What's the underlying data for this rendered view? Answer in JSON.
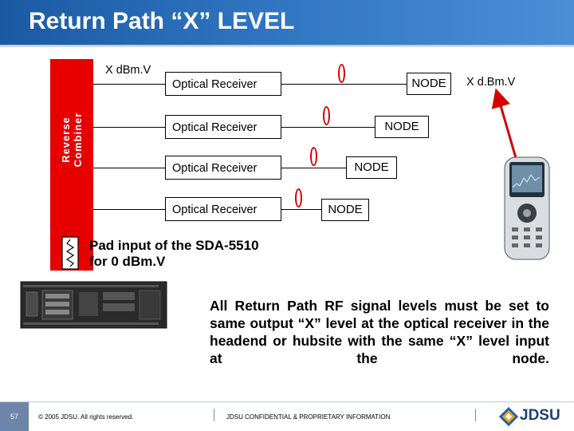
{
  "header": {
    "title": "Return Path “X” LEVEL"
  },
  "combiner": {
    "label_line1": "Reverse",
    "label_line2": "Combiner"
  },
  "levels": {
    "top_left": "X dBm.V",
    "top_right": "X d.Bm.V"
  },
  "receivers": [
    {
      "label": "Optical Receiver"
    },
    {
      "label": "Optical Receiver"
    },
    {
      "label": "Optical Receiver"
    },
    {
      "label": "Optical Receiver"
    }
  ],
  "nodes": [
    {
      "label": "NODE"
    },
    {
      "label": "NODE"
    },
    {
      "label": "NODE"
    },
    {
      "label": "NODE"
    }
  ],
  "pad": {
    "line1": "Pad input of the SDA-5510",
    "line2": "for 0 dBm.V"
  },
  "main_text": "All Return Path RF signal levels must be set to same output “X” level at the optical receiver in the headend or hubsite with the same “X” level input at the node.",
  "footer": {
    "page_number": "57",
    "copyright": "© 2005 JDSU. All rights reserved.",
    "confidential": "JDSU CONFIDENTIAL & PROPRIETARY INFORMATION",
    "logo_text": "JDSU"
  },
  "colors": {
    "header": "#2f74c0",
    "combiner": "#e60000",
    "ring": "#d40000",
    "footer_box": "#6d85a8"
  },
  "icons": [
    "attenuator-icon",
    "rack-unit-icon",
    "field-meter-icon",
    "jdsu-logo-icon"
  ]
}
